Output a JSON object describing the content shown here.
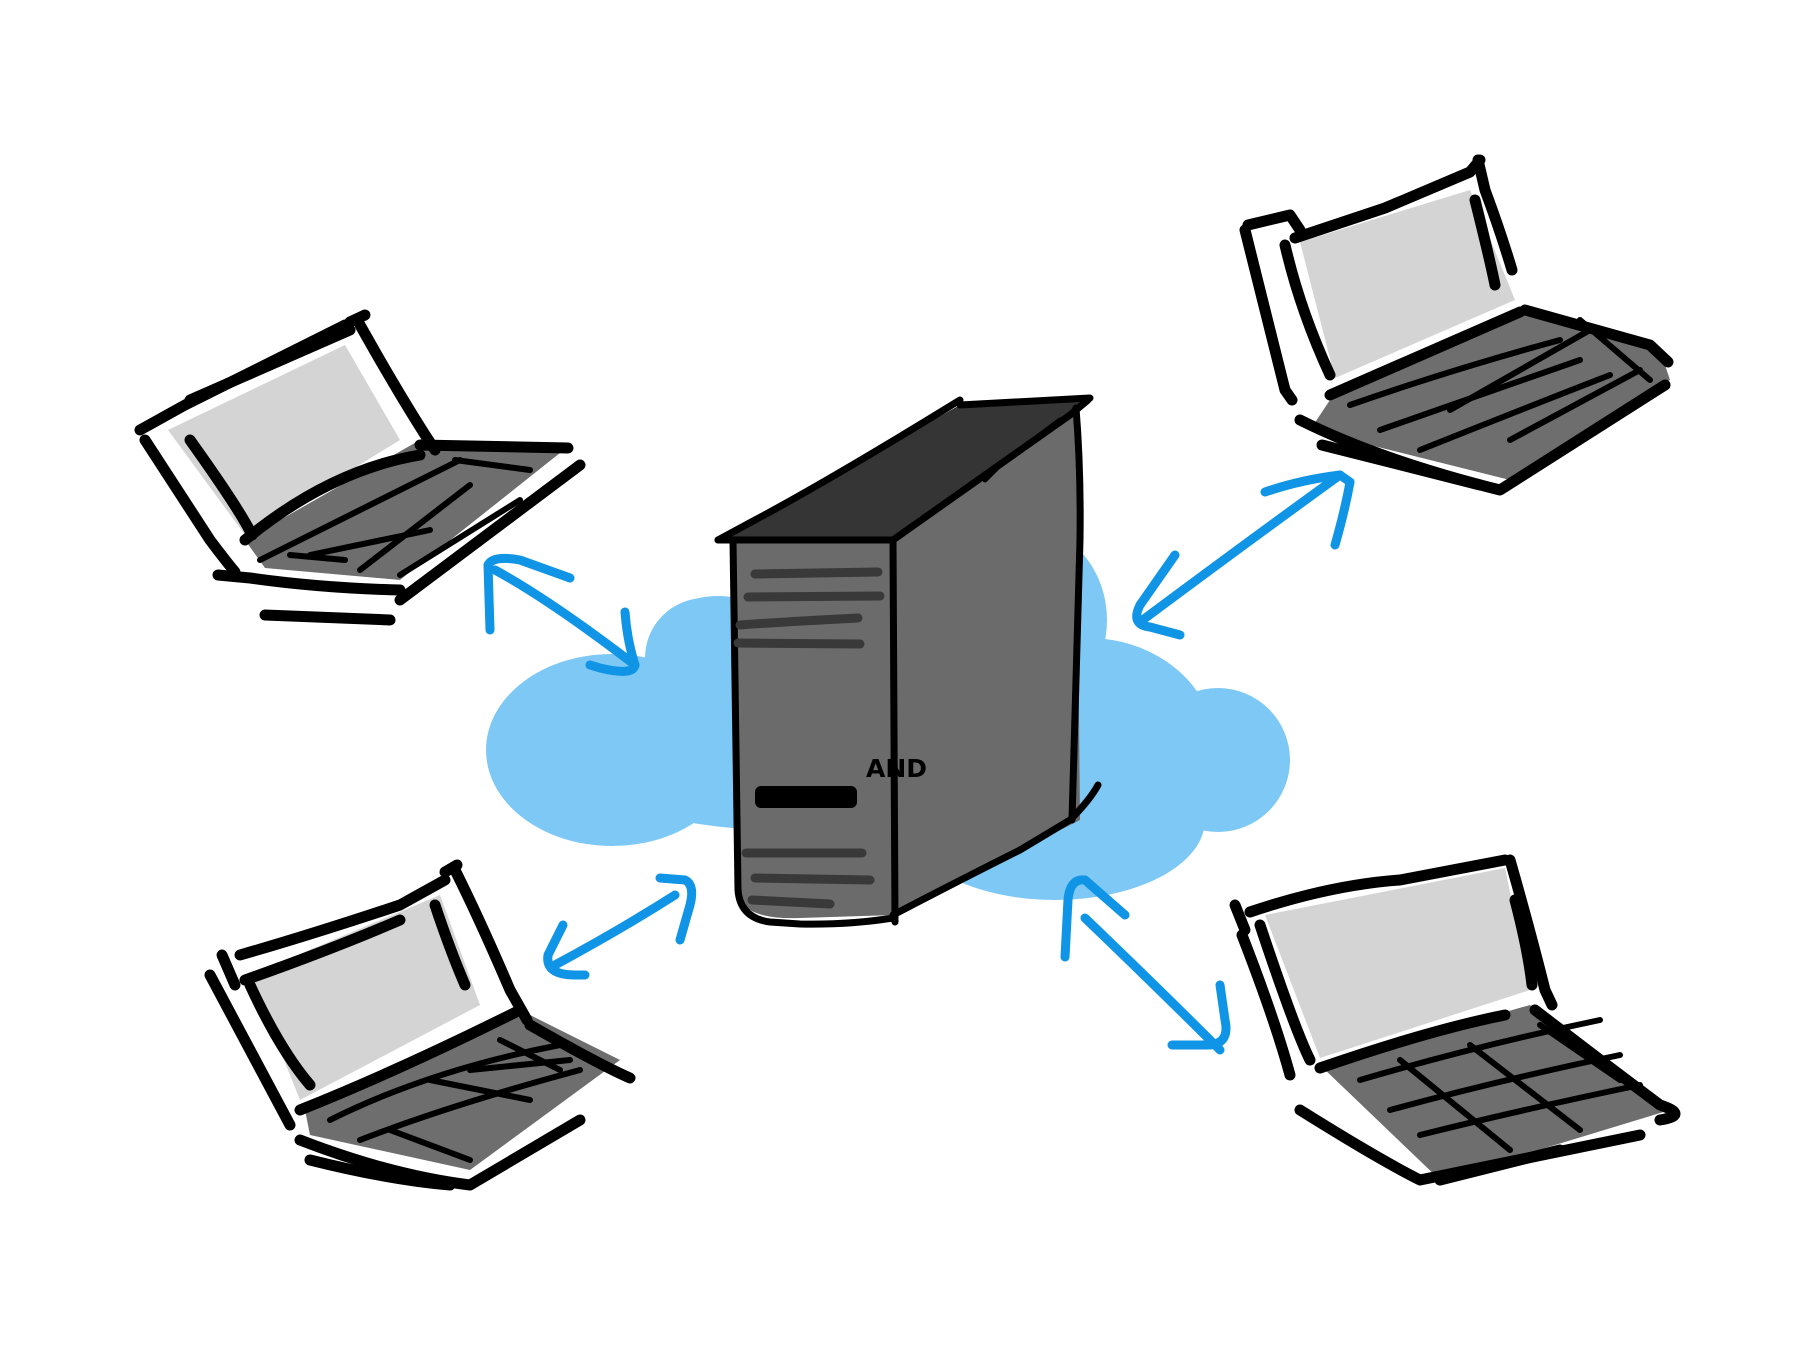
{
  "diagram": {
    "server_label": "AND",
    "colors": {
      "cloud": "#7ec8f5",
      "arrow": "#0f94e6",
      "server_front": "#6b6b6b",
      "server_top": "#353535",
      "laptop_screen": "#d4d4d4",
      "laptop_keyboard": "#6e6e6e",
      "outline": "#000000"
    },
    "nodes": [
      {
        "id": "server",
        "type": "server-tower",
        "label": "AND"
      },
      {
        "id": "laptop-top-left",
        "type": "laptop"
      },
      {
        "id": "laptop-top-right",
        "type": "laptop"
      },
      {
        "id": "laptop-bottom-left",
        "type": "laptop"
      },
      {
        "id": "laptop-bottom-right",
        "type": "laptop"
      },
      {
        "id": "network",
        "type": "cloud"
      }
    ],
    "connections": [
      {
        "from": "server",
        "to": "laptop-top-left",
        "style": "bidirectional-arrow"
      },
      {
        "from": "server",
        "to": "laptop-top-right",
        "style": "bidirectional-arrow"
      },
      {
        "from": "server",
        "to": "laptop-bottom-left",
        "style": "bidirectional-arrow"
      },
      {
        "from": "server",
        "to": "laptop-bottom-right",
        "style": "bidirectional-arrow"
      }
    ]
  }
}
